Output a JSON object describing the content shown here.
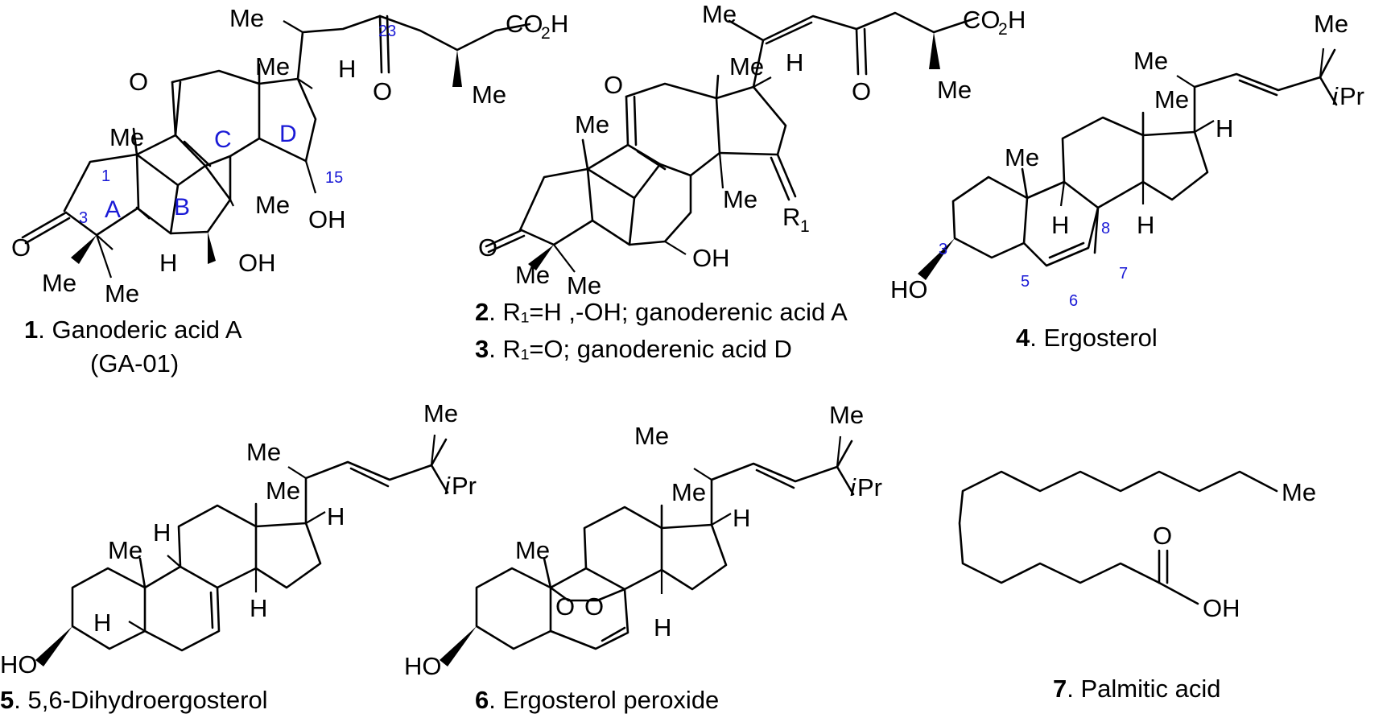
{
  "compounds": [
    {
      "number": "1",
      "name": "Ganoderic acid A",
      "alias": "(GA-01)",
      "atoms": {
        "me": "Me",
        "h": "H",
        "oh": "OH",
        "o": "O",
        "co2h_main": "CO",
        "co2h_sub": "2",
        "co2h_tail": "H"
      },
      "numbering": {
        "n1": "1",
        "n3": "3",
        "n15": "15",
        "n23": "23"
      },
      "rings": {
        "a": "A",
        "b": "B",
        "c": "C",
        "d": "D"
      }
    },
    {
      "number": "2",
      "name": "R₁=H ,-OH; ganoderenic acid A",
      "atoms": {
        "me": "Me",
        "h": "H",
        "oh": "OH",
        "o": "O",
        "r": "R",
        "r_sub": "1",
        "co2h_main": "CO",
        "co2h_sub": "2",
        "co2h_tail": "H"
      }
    },
    {
      "number": "3",
      "name": "R₁=O; ganoderenic acid D"
    },
    {
      "number": "4",
      "name": "Ergosterol",
      "atoms": {
        "me": "Me",
        "h": "H",
        "ho": "HO",
        "ipr_i": "i",
        "ipr_pr": "Pr"
      },
      "numbering": {
        "n3": "3",
        "n5": "5",
        "n6": "6",
        "n7": "7",
        "n8": "8"
      }
    },
    {
      "number": "5",
      "name": "5,6-Dihydroergosterol",
      "atoms": {
        "me": "Me",
        "h": "H",
        "ho": "HO",
        "ipr_i": "i",
        "ipr_pr": "Pr"
      }
    },
    {
      "number": "6",
      "name": "Ergosterol peroxide",
      "atoms": {
        "me": "Me",
        "h": "H",
        "ho": "HO",
        "o": "O",
        "ipr_i": "i",
        "ipr_pr": "Pr"
      }
    },
    {
      "number": "7",
      "name": "Palmitic acid",
      "atoms": {
        "me": "Me",
        "o": "O",
        "oh": "OH"
      }
    }
  ],
  "caption_separator": ". "
}
